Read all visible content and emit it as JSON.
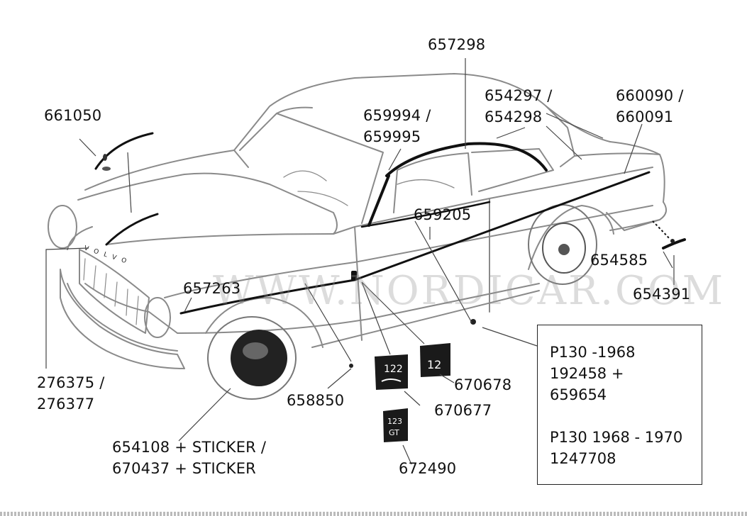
{
  "watermark": "WWW.NORDICAR.COM",
  "labels": {
    "p657298": "657298",
    "p654297": [
      "654297 /",
      "654298"
    ],
    "p660090": [
      "660090 /",
      "660091"
    ],
    "p661050": "661050",
    "p659994": [
      "659994 /",
      "659995"
    ],
    "p659205": "659205",
    "p654585": "654585",
    "p654391": "654391",
    "p657263": "657263",
    "p276375": [
      "276375 /",
      "276377"
    ],
    "p658850": "658850",
    "p670678": "670678",
    "p670677": "670677",
    "p672490": "672490",
    "p654108": [
      "654108 + STICKER /",
      "670437 + STICKER"
    ]
  },
  "note_box": {
    "line1": "P130 -1968",
    "line2": "192458 +",
    "line3": "659654",
    "line4": "P130 1968 - 1970",
    "line5": "1247708"
  },
  "badges": {
    "badge_a": "122",
    "badge_b": "12",
    "badge_c1": "123",
    "badge_c2": "GT"
  },
  "hood_letters": "VOLVO"
}
